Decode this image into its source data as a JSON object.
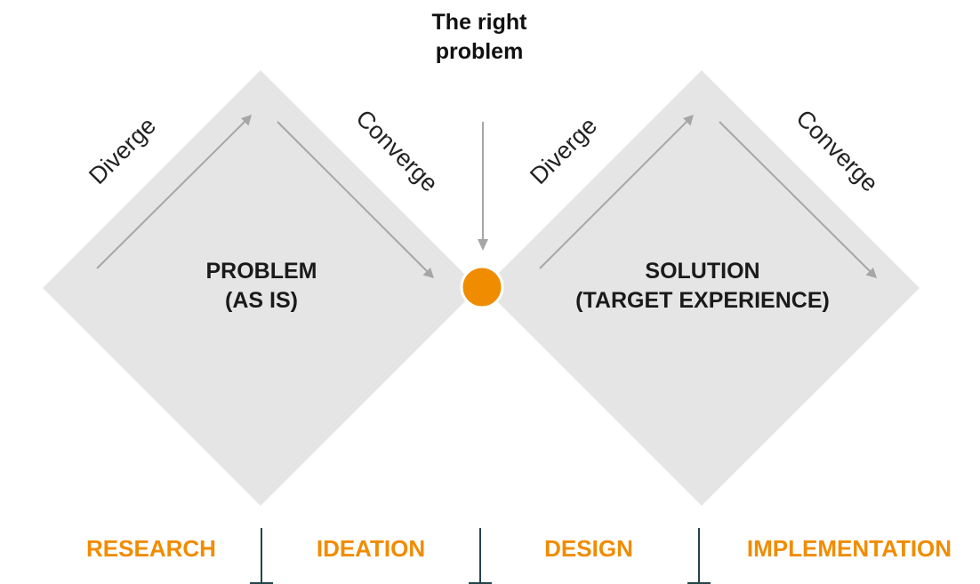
{
  "header": {
    "title_line1": "The right",
    "title_line2": "problem"
  },
  "diamonds": [
    {
      "title_line1": "PROBLEM",
      "title_line2": "(AS IS)",
      "diverge_label": "Diverge",
      "converge_label": "Converge"
    },
    {
      "title_line1": "SOLUTION",
      "title_line2": "(TARGET EXPERIENCE)",
      "diverge_label": "Diverge",
      "converge_label": "Converge"
    }
  ],
  "phases": [
    "RESEARCH",
    "IDEATION",
    "DESIGN",
    "IMPLEMENTATION"
  ],
  "colors": {
    "accent": "#f08c00",
    "diamond_fill": "#e5e5e5",
    "arrow": "#a6a6a6",
    "divider": "#24444a"
  }
}
